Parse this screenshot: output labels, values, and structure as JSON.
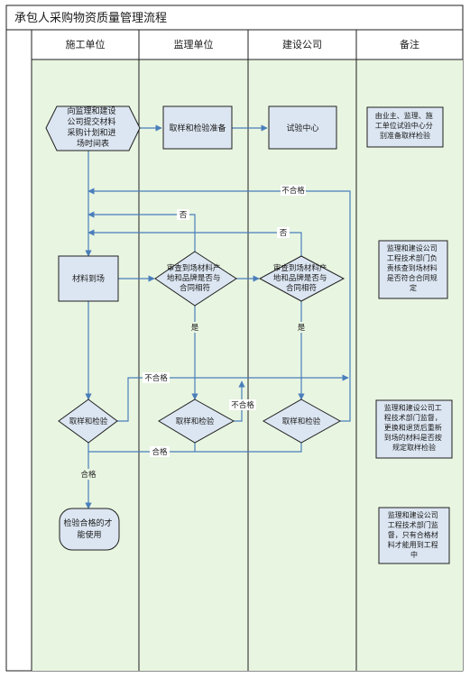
{
  "title": "承包人采购物资质量管理流程",
  "lanes": {
    "construction": "施工单位",
    "supervision": "监理单位",
    "owner": "建设公司",
    "remarks": "备注"
  },
  "nodes": {
    "submit_plan": [
      "向监理和建设",
      "公司提交材料",
      "采购计划和进",
      "场时间表"
    ],
    "sampling_prep": "取样和检验准备",
    "test_center": "试验中心",
    "material_arrival": "材料到场",
    "check_supervision": [
      "审查到场材料产",
      "地和品牌是否与",
      "合同相符"
    ],
    "check_owner": [
      "审查到场材料产",
      "地和品牌是否与",
      "合同相符"
    ],
    "sample_construction": "取样和检验",
    "sample_supervision": "取样和检验",
    "sample_owner": "取样和检验",
    "use_after_pass": [
      "检验合格的才",
      "能使用"
    ]
  },
  "flow_labels": {
    "fail_top": "不合格",
    "no_supervision": "否",
    "no_owner": "否",
    "yes_supervision": "是",
    "yes_owner": "是",
    "fail_mid": "不合格",
    "fail_supervision": "不合格",
    "pass_bottom": "合格",
    "pass_left": "合格"
  },
  "remarks": {
    "r1": [
      "由业主、监理、施",
      "工单位试验中心分",
      "别准备取样检验"
    ],
    "r2": [
      "监理和建设公司",
      "工程技术部门负",
      "责核查到场材料",
      "是否符合合同规",
      "定"
    ],
    "r3": [
      "监理和建设公司工",
      "程技术部门监督，",
      "更换和退货后重新",
      "到场的材料是否按",
      "规定取样检验"
    ],
    "r4": [
      "监理和建设公司",
      "工程技术部门监",
      "督，只有合格材",
      "料才能用到工程",
      "中"
    ]
  },
  "colors": {
    "lane_fill": "#e8f5e1",
    "node_fill": "#dce6f2",
    "stroke": "#1f1f1f",
    "arrow": "#4a7ebb"
  }
}
